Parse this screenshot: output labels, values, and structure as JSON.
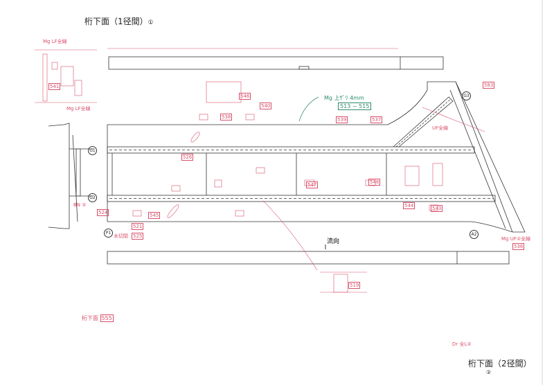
{
  "titles": {
    "span1": "桁下面（1径間）",
    "span1_mark": "①",
    "span2": "桁下面（2径間）",
    "span2_mark": "②"
  },
  "labels": {
    "flow": "流向",
    "g1": "G1",
    "g2": "G2",
    "g3": "G3",
    "p1": "P1",
    "a2": "A2"
  },
  "annotations": {
    "green_note": "Mg 上ｻﾞﾘ 4mm",
    "green_range": "513 ~ 515",
    "bottom_left_label": "桁下面",
    "bottom_left_box": "555",
    "detail_top_left_title": "Mg LF全線",
    "detail_top_left_box": "541",
    "detail_top_left_bottom": "Mg LF全線",
    "right_note": "Mg UF②全線",
    "right_box": "536",
    "corner_note": "Dr 全L②",
    "a2_note": "UF全線",
    "p1_note1": "BN ②",
    "p1_note2": "水切閉",
    "p1_box": "525",
    "p1_box2": "521",
    "p1_box3": "524",
    "g3_box": "583",
    "flow_detail_box": "519",
    "plan_boxes": [
      "538",
      "540",
      "546",
      "547",
      "548",
      "544",
      "543",
      "539",
      "537",
      "545",
      "526"
    ]
  },
  "colors": {
    "ink": "#333333",
    "redline": "#d8506a",
    "green": "#2e8b6a"
  }
}
